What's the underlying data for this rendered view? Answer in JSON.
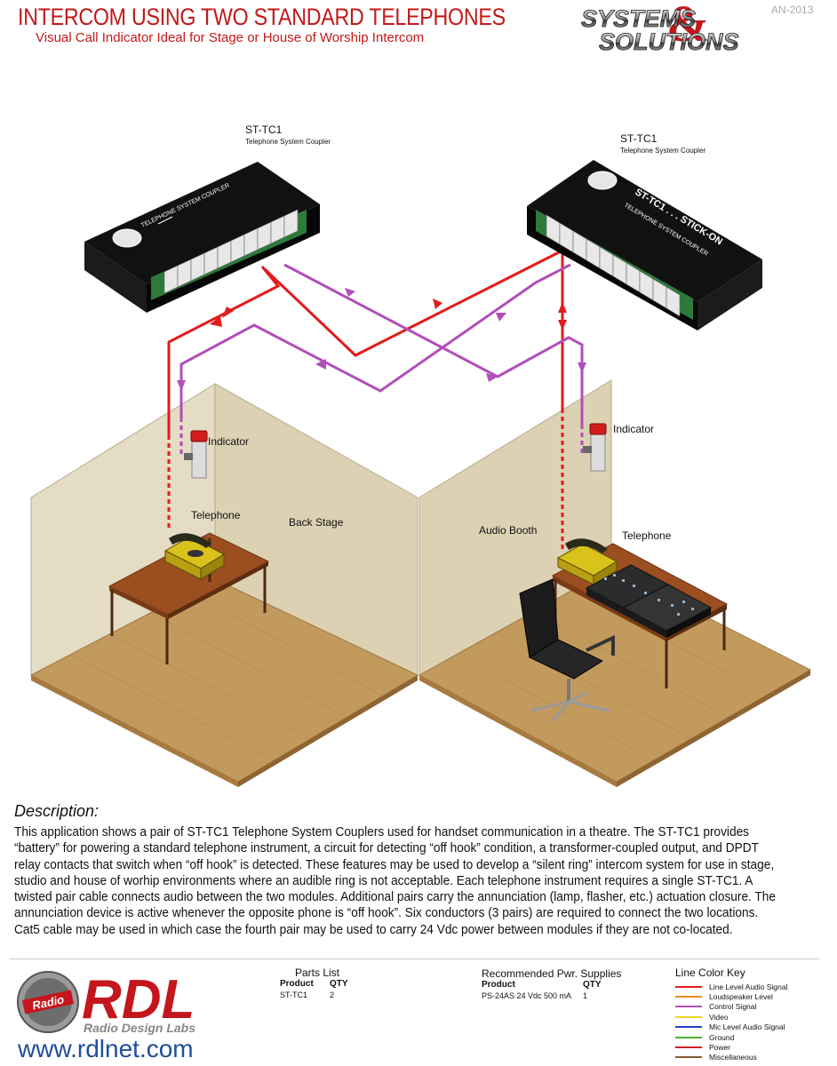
{
  "header": {
    "title": "INTERCOM USING TWO STANDARD TELEPHONES",
    "subtitle": "Visual Call Indicator Ideal for Stage or House of Worship Intercom",
    "doc_number": "AN-2013",
    "brand_line1": "SYSTEMS",
    "brand_line2": "SOLUTIONS"
  },
  "diagram": {
    "module_left_name": "ST-TC1",
    "module_left_desc": "Telephone System Coupler",
    "module_right_name": "ST-TC1",
    "module_right_desc": "Telephone System Coupler",
    "module_face_model": "ST-TC1 . . . STICK-ON",
    "module_face_type": "TELEPHONE SYSTEM COUPLER",
    "left_indicator": "Indicator",
    "right_indicator": "Indicator",
    "left_telephone": "Telephone",
    "right_telephone": "Telephone",
    "left_room": "Back Stage",
    "right_room": "Audio Booth"
  },
  "description": {
    "heading": "Description:",
    "body": "This application shows a pair of ST-TC1 Telephone System Couplers used for handset communication in a theatre. The ST-TC1 provides “battery” for powering a standard telephone instrument, a circuit for detecting “off hook” condition, a transformer-coupled output, and DPDT relay contacts that switch when “off hook” is detected. These features may be used to develop a “silent ring” intercom system for use in stage, studio and house of worhip environments where an audible ring is not acceptable. Each telephone instrument requires a single ST-TC1. A twisted pair cable connects audio between the two modules. Additional pairs carry the annunciation (lamp, flasher, etc.) actuation closure. The annunciation device is active whenever the opposite phone is “off hook”. Six conductors (3 pairs) are required to connect the two locations. Cat5 cable may be used in which case the fourth pair may be used to carry 24 Vdc power between modules if they are not co-located."
  },
  "footer": {
    "logo_text": "RDL",
    "logo_badge": "Radio",
    "logo_sub": "Radio Design Labs",
    "url": "www.rdlnet.com",
    "parts_list": {
      "title": "Parts List",
      "col_product": "Product",
      "col_qty": "QTY",
      "rows": [
        {
          "product": "ST-TC1",
          "qty": "2"
        }
      ]
    },
    "power_supplies": {
      "title": "Recommended Pwr. Supplies",
      "col_product": "Product",
      "col_qty": "QTY",
      "rows": [
        {
          "product": "PS-24AS 24 Vdc 500 mA",
          "qty": "1"
        }
      ]
    },
    "line_key": {
      "title": "Line Color Key",
      "items": [
        {
          "label": "Line Level Audio Signal",
          "color": "#e31b1b"
        },
        {
          "label": "Loudspeaker Level",
          "color": "#f08a1c"
        },
        {
          "label": "Control Signal",
          "color": "#b04fb8"
        },
        {
          "label": "Video",
          "color": "#f2d21b"
        },
        {
          "label": "Mic Level Audio Signal",
          "color": "#2b3fc4"
        },
        {
          "label": "Ground",
          "color": "#4caf2a"
        },
        {
          "label": "Power",
          "color": "#d02020"
        },
        {
          "label": "Miscellaneous",
          "color": "#8a5a2b"
        }
      ]
    }
  }
}
